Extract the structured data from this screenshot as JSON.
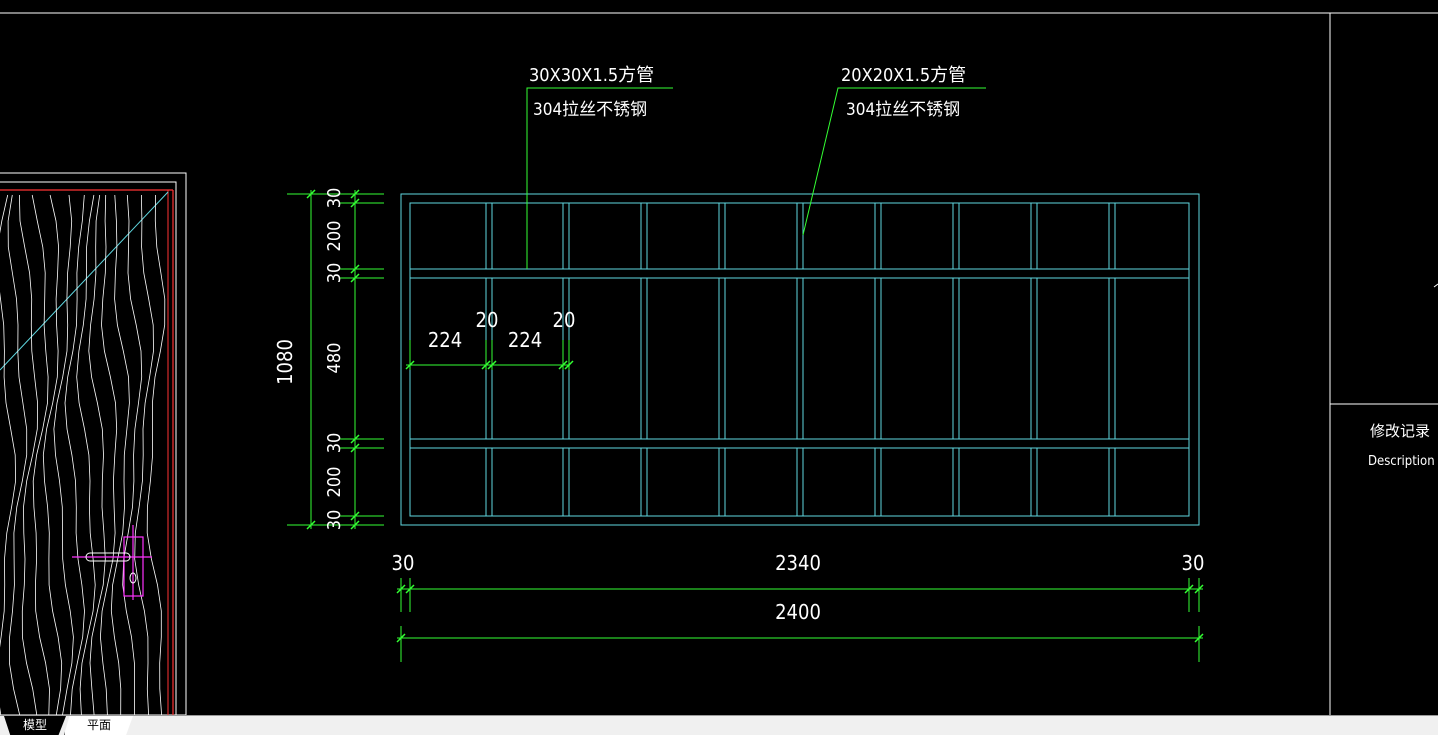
{
  "colors": {
    "background": "#000000",
    "frame": "#5fd7e0",
    "dimension": "#33ff33",
    "leader": "#33ff33",
    "text": "#ffffff",
    "door_outline": "#ff3333",
    "door_hardware": "#ff33ff",
    "title_block": "#ffffff"
  },
  "annotations": {
    "tube_30_spec": "30X30X1.5方管",
    "tube_30_material": "304拉丝不锈钢",
    "tube_20_spec": "20X20X1.5方管",
    "tube_20_material": "304拉丝不锈钢"
  },
  "dimensions": {
    "vertical_total": "1080",
    "vertical_segments": [
      "30",
      "200",
      "30",
      "480",
      "30",
      "200",
      "30"
    ],
    "horizontal_bay": "224",
    "horizontal_bar": "20",
    "bottom_left": "30",
    "bottom_middle": "2340",
    "bottom_right": "30",
    "bottom_total": "2400"
  },
  "title_block": {
    "revision_label": "修改记录",
    "description_label": "Description"
  },
  "tabs": [
    {
      "label": "模型",
      "active": true
    },
    {
      "label": "平面",
      "active": false
    }
  ]
}
